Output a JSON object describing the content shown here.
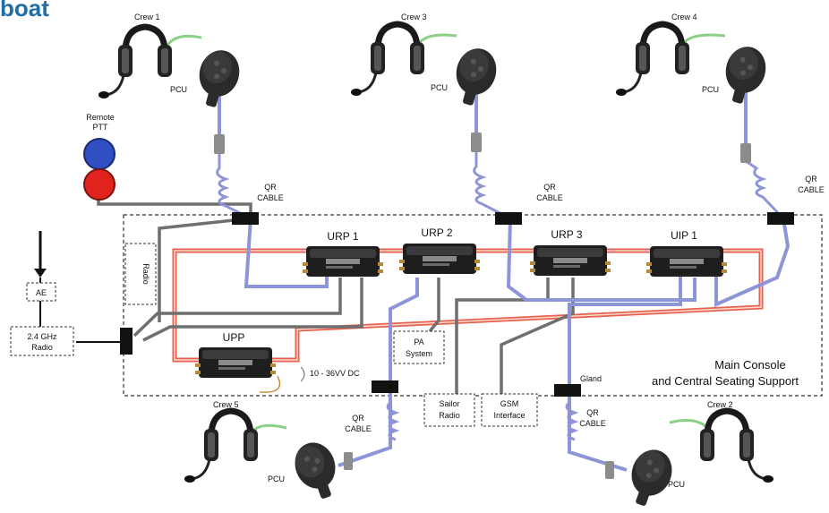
{
  "title": "boat",
  "crew": [
    {
      "label": "Crew 1"
    },
    {
      "label": "Crew 3"
    },
    {
      "label": "Crew 4"
    },
    {
      "label": "Crew 5"
    },
    {
      "label": "Crew 2"
    }
  ],
  "pcu_label": "PCU",
  "qr_cable": [
    "QR",
    "CABLE"
  ],
  "remote_ptt": [
    "Remote",
    "PTT"
  ],
  "units": {
    "urp1": "URP 1",
    "urp2": "URP 2",
    "urp3": "URP 3",
    "uip1": "UIP 1",
    "upp": "UPP"
  },
  "radio_box": "Radio",
  "ae": "AE",
  "radio_24": [
    "2.4 GHz",
    "Radio"
  ],
  "pa_system": [
    "PA",
    "System"
  ],
  "sailor_radio": [
    "Sailor",
    "Radio"
  ],
  "gsm_interface": [
    "GSM",
    "Interface"
  ],
  "power": "10 - 36VV DC",
  "gland": "Gland",
  "main_console": [
    "Main Console",
    "and Central Seating Support"
  ],
  "colors": {
    "title": "#1f6ea8",
    "red_cable": "#e7614f",
    "blue_cable": "#8e95d6",
    "grey_cable": "#6f6f6f",
    "green_cable": "#8ccf86",
    "ptt_blue": "#2f4fc2",
    "ptt_red": "#e0231c"
  }
}
